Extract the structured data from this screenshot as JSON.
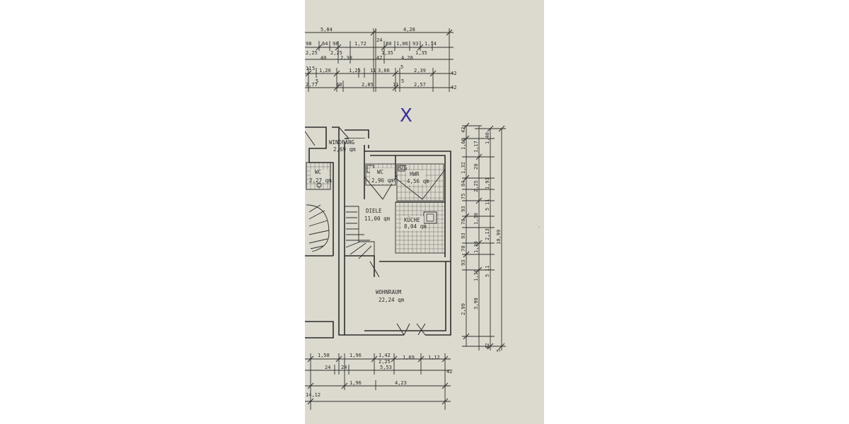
{
  "colors": {
    "paper": "#dcd9ce",
    "ink": "#2e2e2e",
    "pen": "#3a2f9e",
    "background": "#ffffff"
  },
  "handwritten_mark": "X",
  "rooms": {
    "windfang": {
      "name": "WINDFANG",
      "area": "2,69 qm"
    },
    "wc_left": {
      "name": "WC",
      "area": "2,27 qm"
    },
    "wc": {
      "name": "WC",
      "area": "2,96 qm"
    },
    "hwr": {
      "name": "HWR",
      "area": "4,56 qm"
    },
    "hzg": {
      "name": "HZG"
    },
    "diele": {
      "name": "DIELE",
      "area": "11,00 qm"
    },
    "kueche": {
      "name": "KÜCHE",
      "area": "8,04 qm"
    },
    "wohnraum": {
      "name": "WOHNRAUM",
      "area": "22,24 qm"
    }
  },
  "dimensions": {
    "top": {
      "r1": [
        "5,84",
        "4,28"
      ],
      "r2": [
        "98",
        "64",
        "98",
        "1,72",
        "24",
        "80",
        "1,06",
        "93",
        "1,14"
      ],
      "r3": [
        "2,25",
        "40",
        "2,25",
        "2,30",
        "1,35",
        "1,35",
        "4,28",
        "42"
      ],
      "r4": [
        "1,26",
        "1,25",
        "3,66",
        "2,39",
        "42",
        "11",
        "11",
        "5",
        "5"
      ],
      "r5": [
        "2,77",
        "48",
        "2,85",
        "2,57",
        "42",
        "5",
        "11",
        "5"
      ]
    },
    "bottom": {
      "r1": [
        "1,58",
        "1,96",
        "1,42",
        "1,69",
        "1,12"
      ],
      "r2": [
        "24",
        "24",
        "2,25",
        "5,53",
        "42"
      ],
      "r3": [
        "1,96",
        "4,23"
      ],
      "r4": [
        "14,12"
      ]
    },
    "right": {
      "c1": [
        "42",
        "1,60",
        "1,32",
        "84",
        "75",
        "93",
        "70",
        "93",
        "70",
        "93",
        "2,99"
      ],
      "c2": [
        "1,17",
        "20",
        "2,25",
        "1,30",
        "1,30",
        "1,30",
        "3,98"
      ],
      "c3": [
        "1,40",
        "1,91",
        "11",
        "5",
        "2,13",
        "11",
        "5",
        "42"
      ],
      "c4": [
        "10,99",
        "5"
      ]
    }
  }
}
